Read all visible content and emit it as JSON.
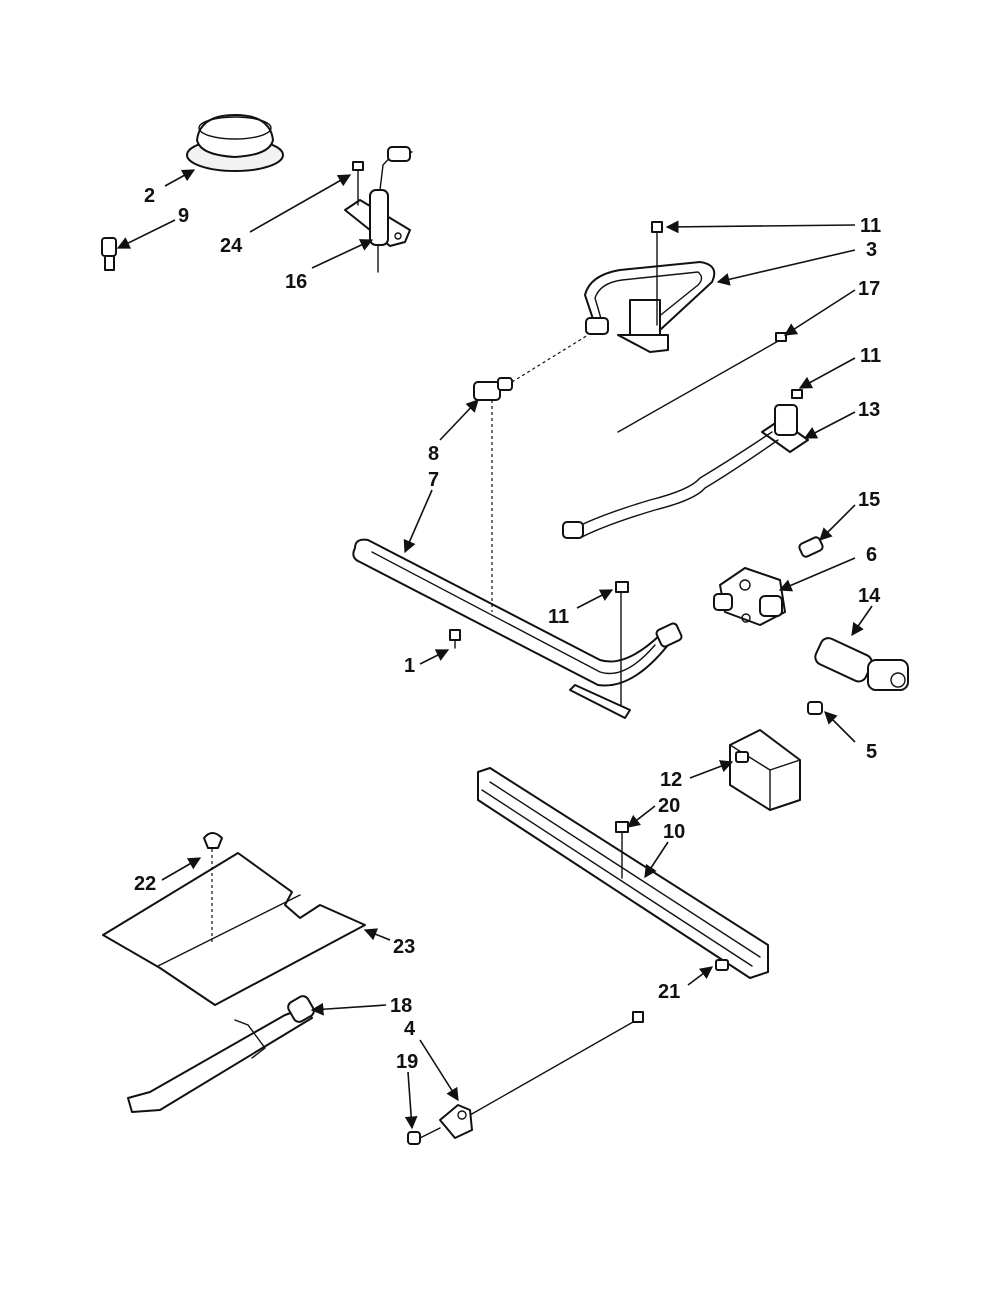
{
  "callouts": {
    "c1": "1",
    "c2": "2",
    "c3": "3",
    "c4": "4",
    "c5": "5",
    "c6": "6",
    "c7": "7",
    "c8": "8",
    "c9": "9",
    "c10": "10",
    "c11a": "11",
    "c11b": "11",
    "c11c": "11",
    "c12": "12",
    "c13": "13",
    "c14": "14",
    "c15": "15",
    "c16": "16",
    "c17": "17",
    "c18": "18",
    "c19": "19",
    "c20": "20",
    "c21": "21",
    "c22": "22",
    "c23": "23",
    "c24": "24"
  },
  "colors": {
    "ink": "#111111",
    "paper": "#ffffff"
  }
}
